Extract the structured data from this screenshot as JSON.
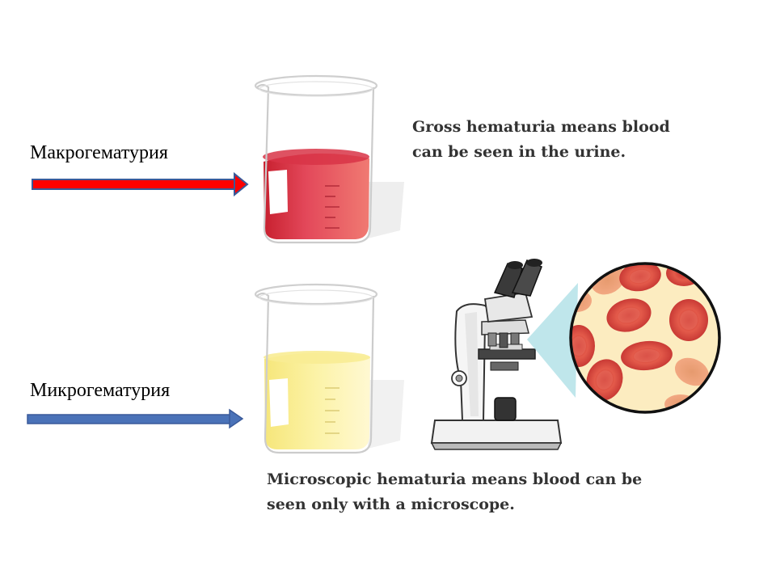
{
  "labels": {
    "macro": "Макрогематурия",
    "micro": "Микрогематурия"
  },
  "captions": {
    "gross_line1": "Gross hematuria means blood",
    "gross_line2": "can be seen in the urine.",
    "micro_line1": "Microscopic hematuria means blood can be",
    "micro_line2": "seen only with a microscope."
  },
  "colors": {
    "macro_arrow": "#ff0000",
    "micro_arrow": "#4a72b8",
    "arrow_outline": "#3a5a9a",
    "red_urine": "#e03a4e",
    "yellow_urine": "#fbf3a6",
    "rbc": "#d9433e",
    "microscope_field_bg": "#fcecc0"
  },
  "icons": {
    "macro_arrow": "right-arrow-icon",
    "micro_arrow": "right-arrow-icon",
    "red_beaker": "beaker-icon",
    "yellow_beaker": "beaker-icon",
    "microscope": "microscope-icon",
    "magnified_view": "red-blood-cells-icon"
  }
}
